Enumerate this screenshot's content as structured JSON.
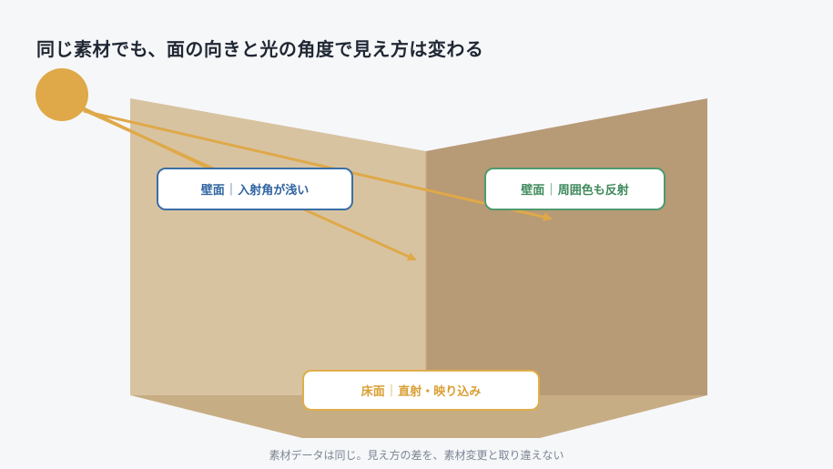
{
  "title": "同じ素材でも、面の向きと光の角度で見え方は変わる",
  "labels": {
    "left_wall": {
      "surface": "壁面",
      "sep": "|",
      "note": "入射角が浅い"
    },
    "right_wall": {
      "surface": "壁面",
      "sep": "|",
      "note": "周囲色も反射"
    },
    "floor": {
      "surface": "床面",
      "sep": "|",
      "note": "直射・映り込み"
    }
  },
  "caption": "素材データは同じ。見え方の差を、素材変更と取り違えない",
  "colors": {
    "background": "#f6f7f9",
    "left_wall": "#d8c3a1",
    "right_wall": "#b79a76",
    "floor": "#c7ad84",
    "sun": "#dfa949",
    "ray": "#dfa949"
  }
}
